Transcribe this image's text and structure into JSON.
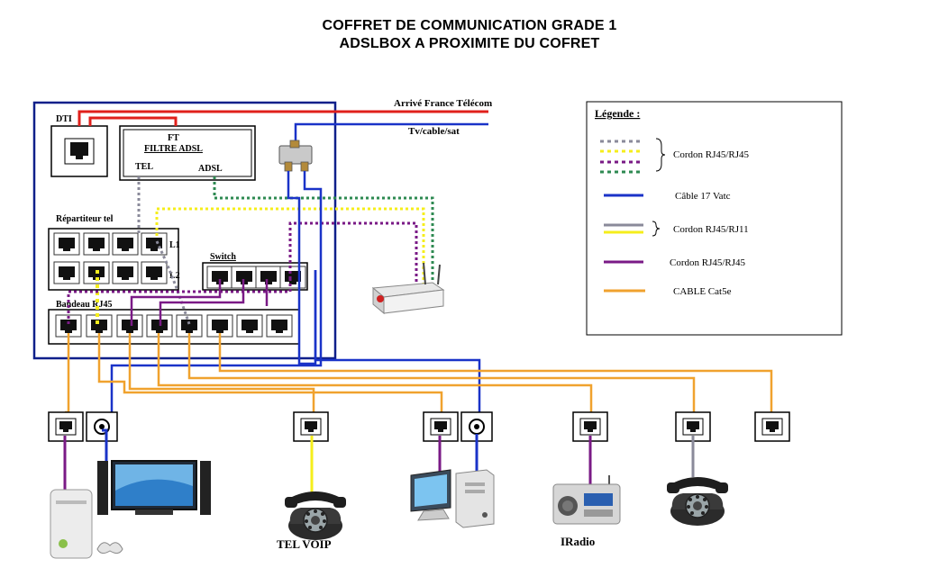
{
  "title": {
    "line1": "COFFRET DE COMMUNICATION GRADE 1",
    "line2": "ADSLBOX A PROXIMITE DU COFRET"
  },
  "incoming": {
    "france_telecom": "Arrivé France Télécom",
    "tv_cable_sat": "Tv/cable/sat"
  },
  "cabinet": {
    "dti": "DTI",
    "filter_ft": "FT",
    "filter_name": "FILTRE ADSL",
    "filter_tel": "TEL",
    "filter_adsl": "ADSL",
    "repartiteur": "Répartiteur tel",
    "line1": "L1",
    "line2": "L2",
    "switch": "Switch",
    "bandeau": "Bandeau RJ45"
  },
  "legend": {
    "title": "Légende :",
    "items": [
      {
        "label": "Cordon RJ45/RJ45"
      },
      {
        "label": "Câble 17 Vatc"
      },
      {
        "label": "Cordon RJ45/RJ11"
      },
      {
        "label": "Cordon RJ45/RJ45"
      },
      {
        "label": "CABLE  Cat5e"
      }
    ]
  },
  "devices": {
    "tel_voip": "TEL VOIP",
    "iradio": "IRadio"
  },
  "colors": {
    "red": "#e0201b",
    "blue": "#1a33c8",
    "navy": "#0f1f8a",
    "orange": "#f0a22e",
    "purple": "#7a1a86",
    "yellow": "#f5ee1c",
    "green": "#2e8a52",
    "grey": "#8a8a9a"
  }
}
